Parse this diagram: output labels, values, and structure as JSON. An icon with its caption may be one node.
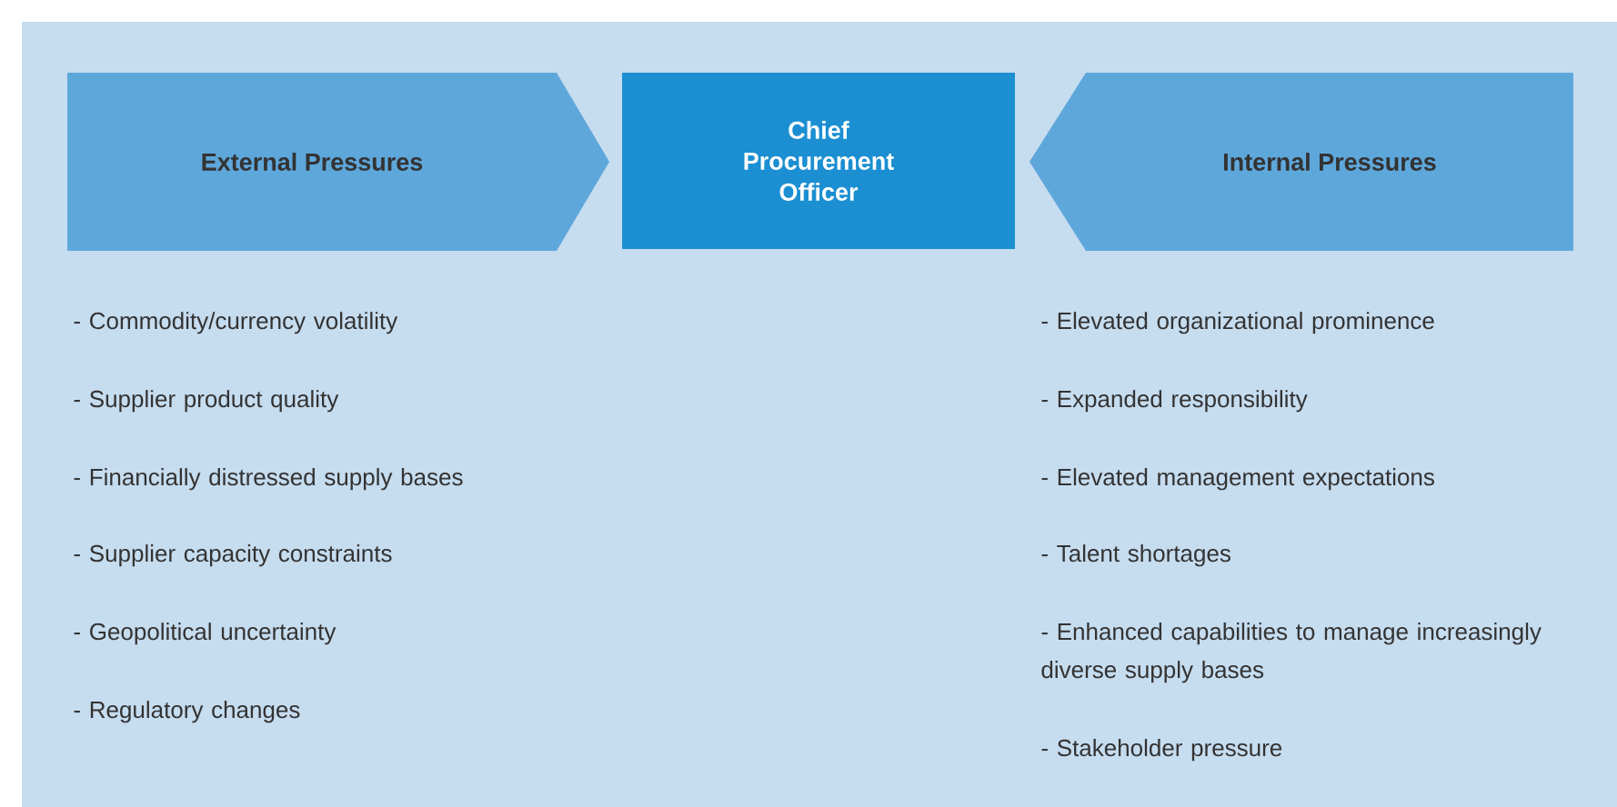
{
  "diagram": {
    "nodes": [
      {
        "text": [
          "External Pressures"
        ]
      },
      {
        "text": [
          "Chief Procurement Officer"
        ]
      },
      {
        "text": [
          "Internal Pressures"
        ]
      }
    ],
    "labels": [
      "- Commodity/currency volatility",
      "- Supplier product quality",
      "- Financially distressed supply bases",
      "- Supplier capacity constraints",
      "- Geopolitical uncertainty",
      "- Regulatory changes",
      "- Elevated organizational prominence",
      "- Expanded responsibility",
      "- Elevated management expectations",
      "- Talent shortages",
      "- Enhanced capabilities to manage increasingly diverse supply bases",
      "- Stakeholder pressure"
    ]
  }
}
